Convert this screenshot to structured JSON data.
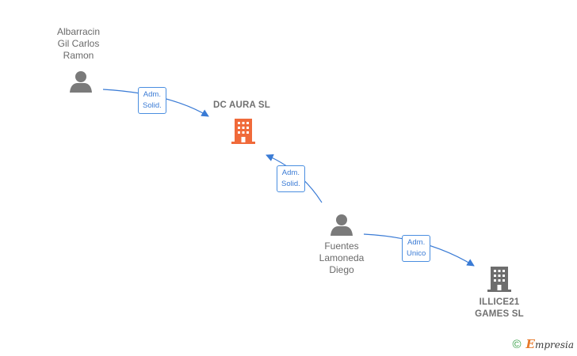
{
  "nodes": {
    "person_albarracin": {
      "label": "Albarracin\nGil Carlos\nRamon",
      "icon": "person-icon"
    },
    "company_dc_aura": {
      "label": "DC AURA  SL",
      "icon": "building-icon",
      "color": "#f06a3a"
    },
    "person_fuentes": {
      "label": "Fuentes\nLamoneda\nDiego",
      "icon": "person-icon"
    },
    "company_illice21": {
      "label": "ILLICE21\nGAMES  SL",
      "icon": "building-icon",
      "color": "#6d6d6d"
    }
  },
  "edges": [
    {
      "from": "Albarracin Gil Carlos Ramon",
      "to": "DC AURA  SL",
      "label": "Adm.\nSolid."
    },
    {
      "from": "Fuentes Lamoneda Diego",
      "to": "DC AURA  SL",
      "label": "Adm.\nSolid."
    },
    {
      "from": "Fuentes Lamoneda Diego",
      "to": "ILLICE21 GAMES  SL",
      "label": "Adm.\nUnico"
    }
  ],
  "colors": {
    "edge": "#3a7bd5",
    "person": "#7a7a7a",
    "focus_company": "#f06a3a",
    "company": "#6d6d6d"
  },
  "footer": {
    "copyright_symbol": "©",
    "brand_initial": "E",
    "brand_rest": "mpresia"
  }
}
